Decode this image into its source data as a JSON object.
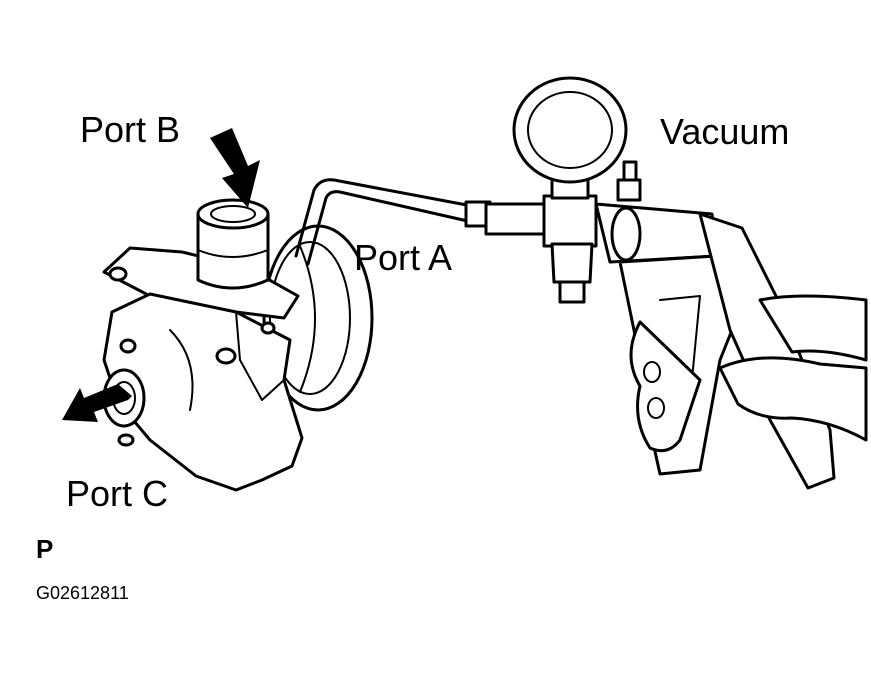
{
  "labels": {
    "port_b": "Port B",
    "port_a": "Port A",
    "port_c": "Port C",
    "vacuum": "Vacuum",
    "view_letter": "P",
    "figure_code": "G02612811"
  },
  "colors": {
    "ink": "#000000",
    "paper": "#ffffff"
  }
}
